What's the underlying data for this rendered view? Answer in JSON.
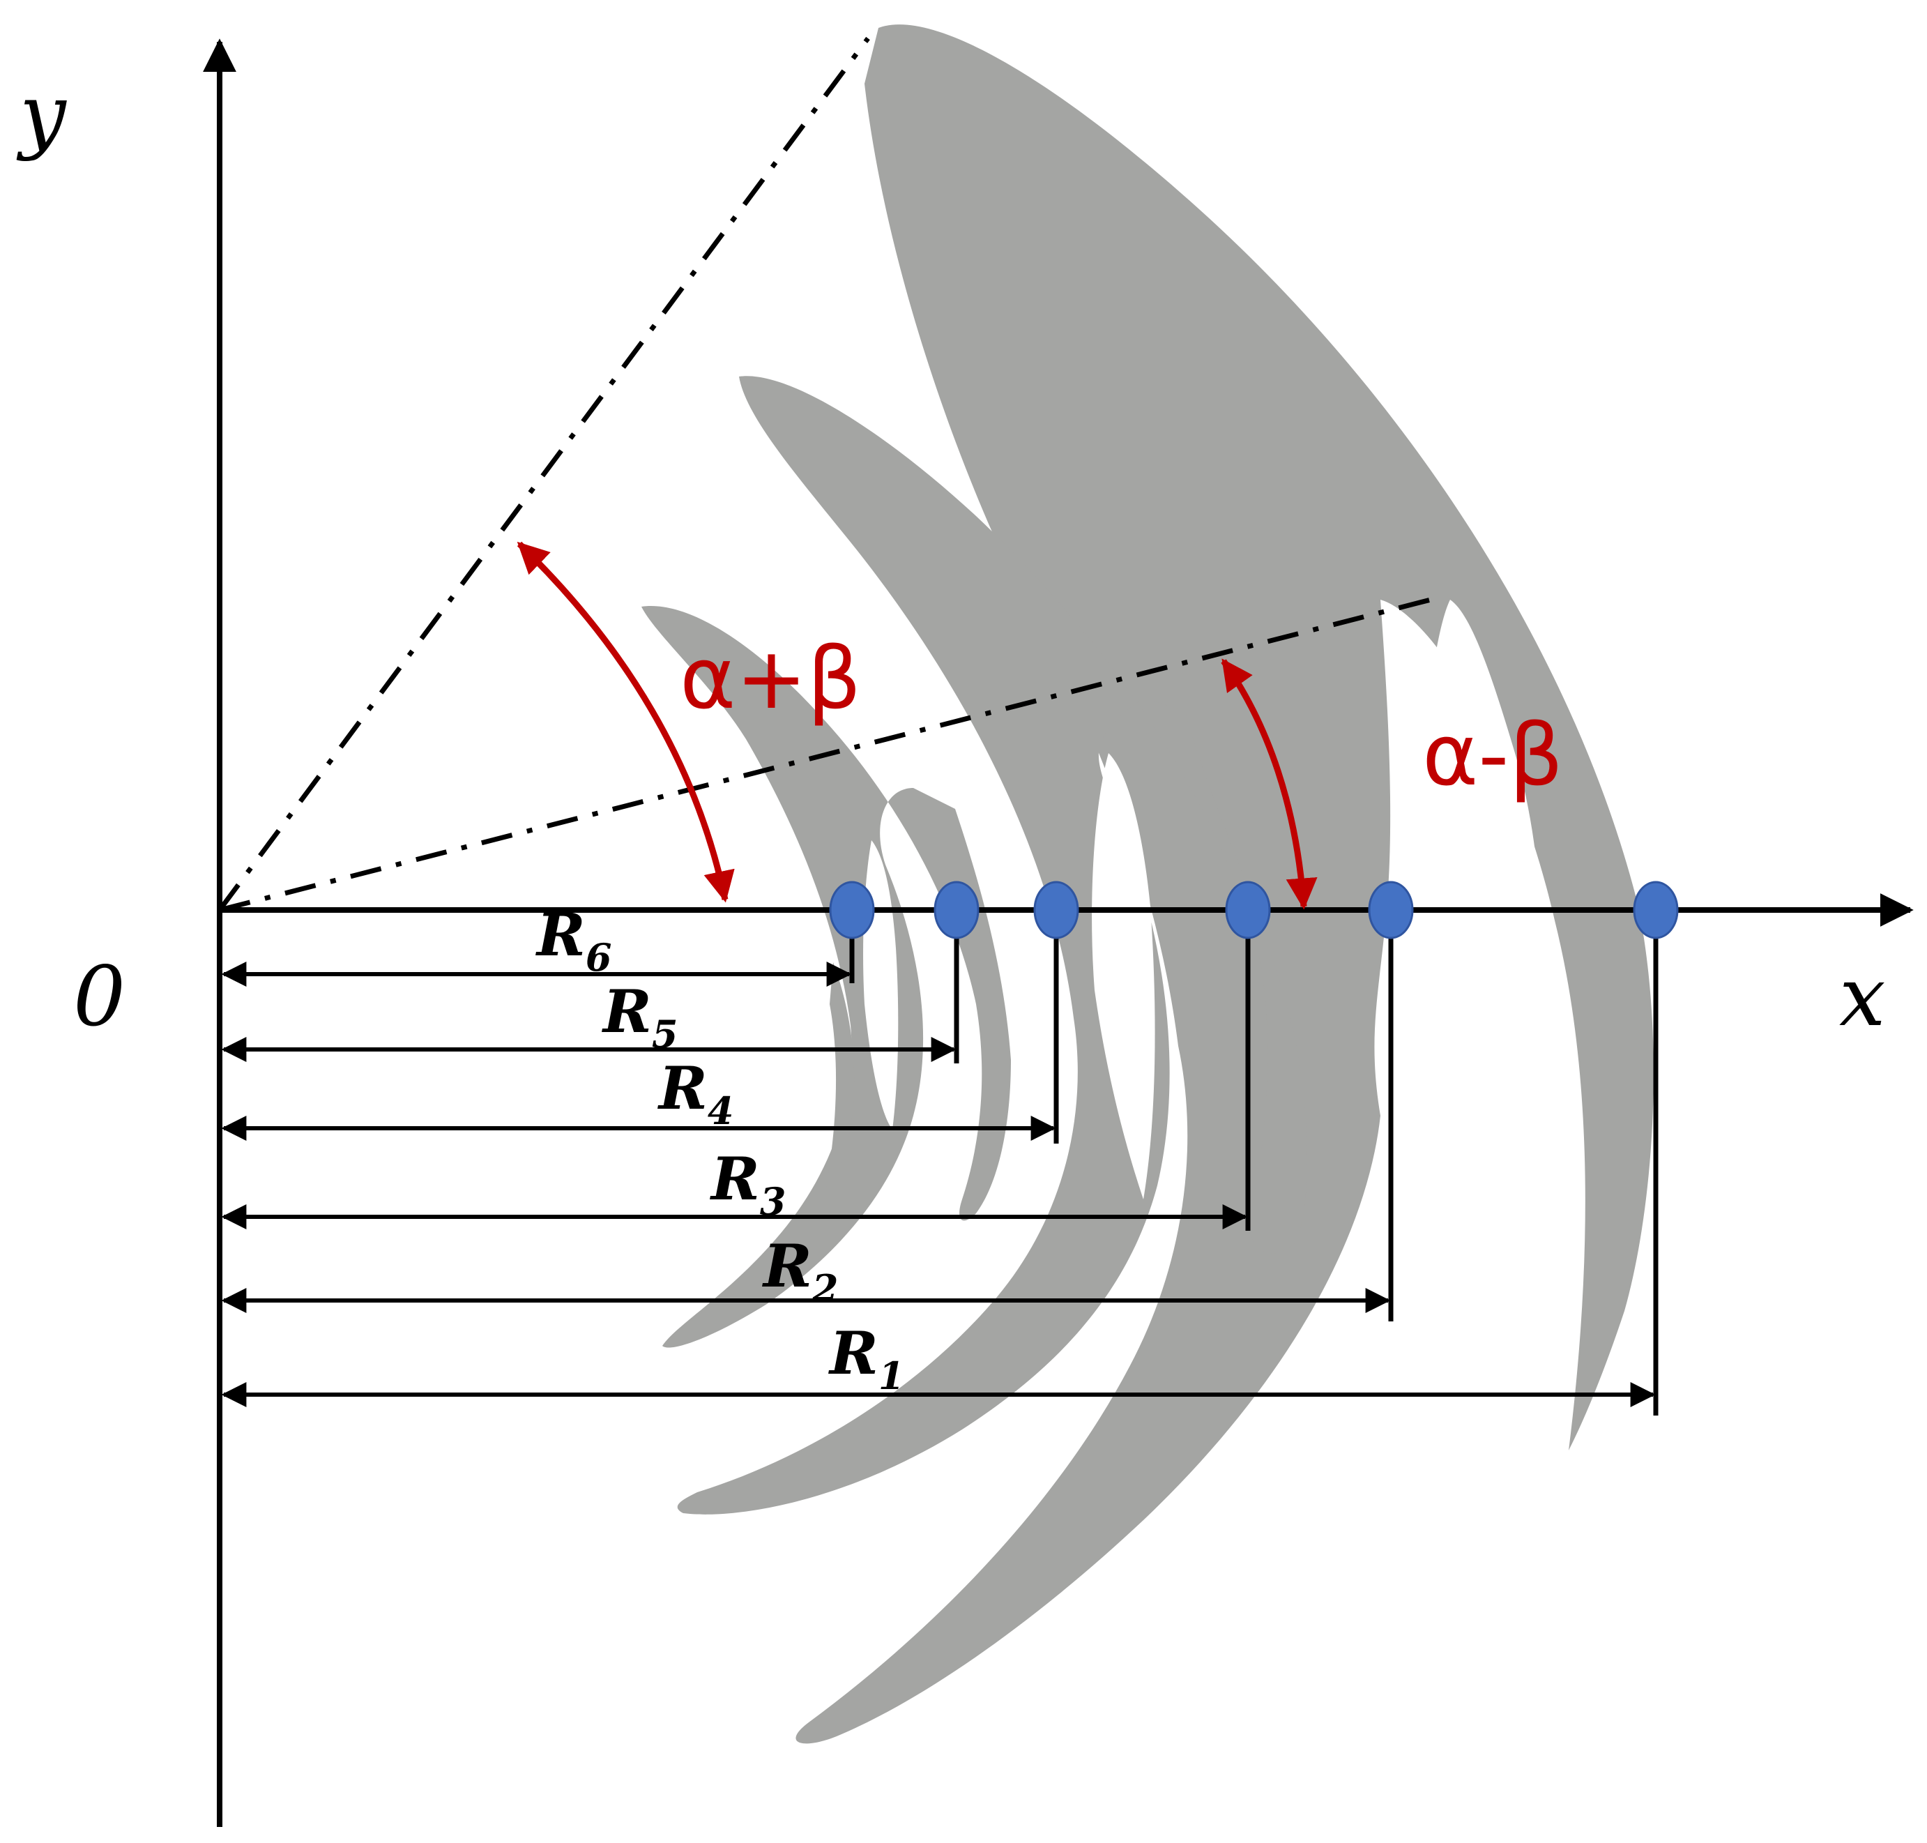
{
  "axes": {
    "y_label": "y",
    "x_label": "x",
    "origin_label": "0"
  },
  "angles": {
    "upper": "α+β",
    "lower": "α-β"
  },
  "radii": [
    {
      "main": "R",
      "sub": "1"
    },
    {
      "main": "R",
      "sub": "2"
    },
    {
      "main": "R",
      "sub": "3"
    },
    {
      "main": "R",
      "sub": "4"
    },
    {
      "main": "R",
      "sub": "5"
    },
    {
      "main": "R",
      "sub": "6"
    }
  ],
  "colors": {
    "shape": "#a4a5a3",
    "point": "#4472c4",
    "point_stroke": "#2f55a0",
    "angle": "#c00000",
    "ink": "#000000"
  }
}
